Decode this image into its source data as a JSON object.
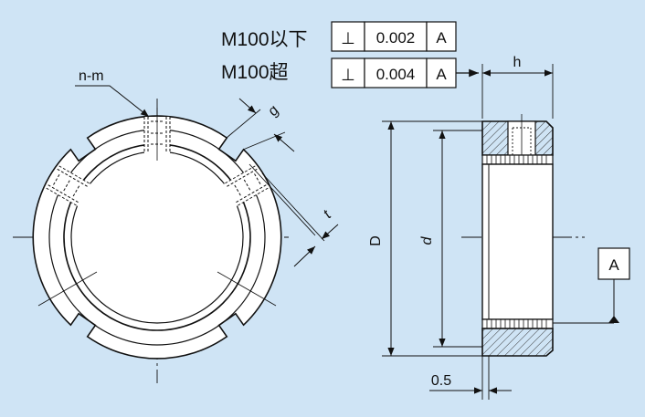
{
  "tolerance_table": {
    "rows": [
      {
        "condition": "M100以下",
        "symbol": "⊥",
        "value": "0.002",
        "datum": "A"
      },
      {
        "condition": "M100超",
        "symbol": "⊥",
        "value": "0.004",
        "datum": "A"
      }
    ]
  },
  "labels": {
    "n_m": "n-m",
    "g": "g",
    "t": "t",
    "h": "h",
    "D": "D",
    "d": "d",
    "offset": "0.5",
    "datum": "A"
  },
  "colors": {
    "background": "#cfe4f5",
    "part_fill": "#ffffff",
    "line": "#111111",
    "hatch": "#333333"
  }
}
